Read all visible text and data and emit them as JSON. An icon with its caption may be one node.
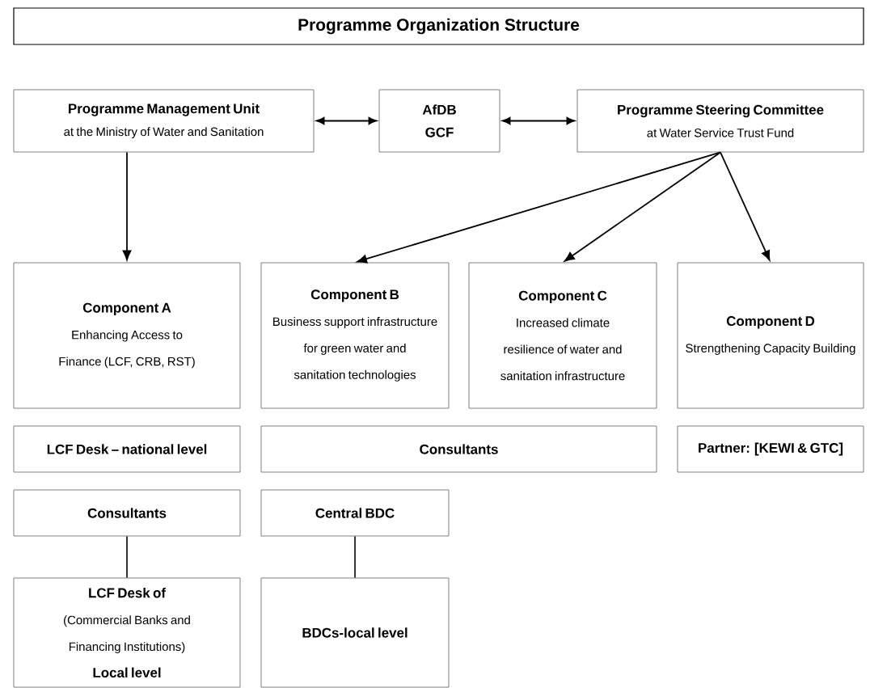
{
  "diagram": {
    "title": "Programme Organization Structure",
    "nodes": [
      {
        "text": [
          "Programme Management Unit",
          "at the Ministry of Water and Sanitation"
        ]
      },
      {
        "text": [
          "AfDB",
          "GCF"
        ]
      },
      {
        "text": [
          "Programme Steering Committee",
          "at Water Service Trust Fund"
        ]
      },
      {
        "text": [
          "Component A",
          "Enhancing Access to Finance (LCF, CRB, RST)"
        ]
      },
      {
        "text": [
          "Component B",
          "Business support infrastructure for green water and sanitation technologies"
        ]
      },
      {
        "text": [
          "Component C",
          "Increased climate resilience of water and sanitation infrastructure"
        ]
      },
      {
        "text": [
          "Component D",
          "Strengthening Capacity Building"
        ]
      },
      {
        "text": [
          "LCF Desk – national level"
        ]
      },
      {
        "text": [
          "Consultants"
        ]
      },
      {
        "text": [
          "Partner: [KEWI & GTC]"
        ]
      },
      {
        "text": [
          "Consultants"
        ]
      },
      {
        "text": [
          "Central BDC"
        ]
      },
      {
        "text": [
          "LCF Desk of",
          "(Commercial Banks and Financing Institutions)",
          "Local level"
        ]
      },
      {
        "text": [
          "BDCs-local level"
        ]
      }
    ],
    "edges": [
      {
        "from": 0,
        "to": 1,
        "arrow": "both"
      },
      {
        "from": 1,
        "to": 2,
        "arrow": "both"
      },
      {
        "from": 0,
        "to": 3,
        "arrow": "to"
      },
      {
        "from": 2,
        "to": 4,
        "arrow": "to"
      },
      {
        "from": 2,
        "to": 5,
        "arrow": "to"
      },
      {
        "from": 2,
        "to": 6,
        "arrow": "to"
      },
      {
        "from": 10,
        "to": 12,
        "arrow": "none"
      },
      {
        "from": 11,
        "to": 13,
        "arrow": "none"
      }
    ]
  }
}
